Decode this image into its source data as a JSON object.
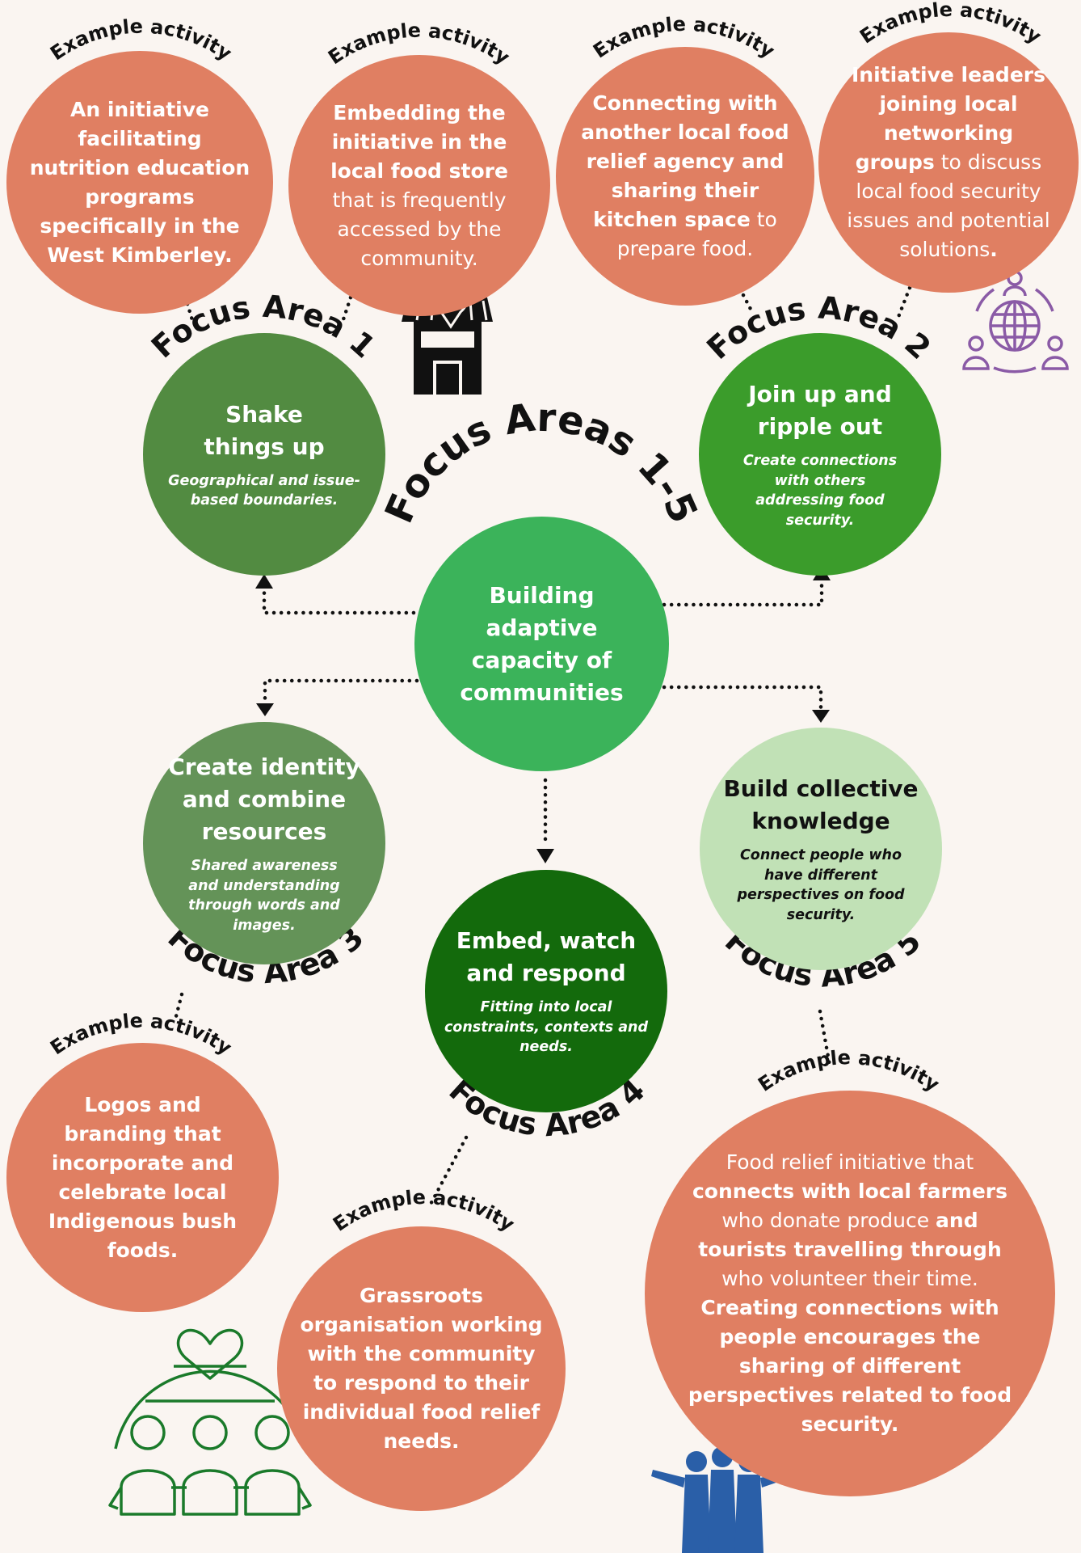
{
  "center": {
    "arc_label": "Focus Areas 1-5",
    "title_lines": [
      "Building",
      "adaptive",
      "capacity of",
      "communities"
    ],
    "color": "#3bb35a"
  },
  "focus_areas": [
    {
      "arc_label": "Focus Area 1",
      "title_lines": [
        "Shake",
        "things up"
      ],
      "desc_lines": [
        "Geographical and issue-",
        "based boundaries."
      ],
      "color": "#528b41"
    },
    {
      "arc_label": "Focus Area 2",
      "title_lines": [
        "Join up and",
        "ripple out"
      ],
      "desc_lines": [
        "Create connections",
        "with others",
        "addressing food",
        "security."
      ],
      "color": "#3b9c2b"
    },
    {
      "arc_label": "Focus Area 3",
      "title_lines": [
        "Create identity",
        "and combine",
        "resources"
      ],
      "desc_lines": [
        "Shared awareness",
        "and understanding",
        "through words and",
        "images."
      ],
      "color": "#649358"
    },
    {
      "arc_label": "Focus Area 4",
      "title_lines": [
        "Embed, watch",
        "and respond"
      ],
      "desc_lines": [
        "Fitting into local",
        "constraints, contexts and",
        "needs."
      ],
      "color": "#136a0c"
    },
    {
      "arc_label": "Focus Area 5",
      "title_lines": [
        "Build collective",
        "knowledge"
      ],
      "desc_lines": [
        "Connect people who",
        "have different",
        "perspectives on food",
        "security."
      ],
      "color": "#c1e1b6"
    }
  ],
  "activity_label": "Example activity",
  "activities": [
    {
      "lines": [
        [
          [
            "b",
            "An initiative"
          ]
        ],
        [
          [
            "b",
            "facilitating"
          ]
        ],
        [
          [
            "b",
            "nutrition education"
          ]
        ],
        [
          [
            "b",
            "programs"
          ]
        ],
        [
          [
            "b",
            "specifically in the"
          ]
        ],
        [
          [
            "b",
            "West Kimberley."
          ]
        ]
      ]
    },
    {
      "lines": [
        [
          [
            "b",
            "Embedding the"
          ]
        ],
        [
          [
            "b",
            "initiative in the"
          ]
        ],
        [
          [
            "b",
            "local food store"
          ]
        ],
        [
          [
            "n",
            "that is frequently"
          ]
        ],
        [
          [
            "n",
            "accessed by the"
          ]
        ],
        [
          [
            "n",
            "community."
          ]
        ]
      ]
    },
    {
      "lines": [
        [
          [
            "b",
            "Connecting with"
          ]
        ],
        [
          [
            "b",
            "another local food"
          ]
        ],
        [
          [
            "b",
            "relief agency and"
          ]
        ],
        [
          [
            "b",
            "sharing their"
          ]
        ],
        [
          [
            "b",
            "kitchen space"
          ],
          [
            "n",
            " to"
          ]
        ],
        [
          [
            "n",
            "prepare food."
          ]
        ]
      ]
    },
    {
      "lines": [
        [
          [
            "b",
            "Initiative leaders"
          ]
        ],
        [
          [
            "b",
            "joining local"
          ]
        ],
        [
          [
            "b",
            "networking"
          ]
        ],
        [
          [
            "b",
            "groups"
          ],
          [
            "n",
            " to discuss"
          ]
        ],
        [
          [
            "n",
            "local food security"
          ]
        ],
        [
          [
            "n",
            "issues and potential"
          ]
        ],
        [
          [
            "n",
            "solutions"
          ],
          [
            "b",
            "."
          ]
        ]
      ]
    },
    {
      "lines": [
        [
          [
            "b",
            "Logos and"
          ]
        ],
        [
          [
            "b",
            "branding that"
          ]
        ],
        [
          [
            "b",
            "incorporate and"
          ]
        ],
        [
          [
            "b",
            "celebrate local"
          ]
        ],
        [
          [
            "b",
            "Indigenous bush"
          ]
        ],
        [
          [
            "b",
            "foods."
          ]
        ]
      ]
    },
    {
      "lines": [
        [
          [
            "b",
            "Grassroots"
          ]
        ],
        [
          [
            "b",
            "organisation working"
          ]
        ],
        [
          [
            "b",
            "with the community"
          ]
        ],
        [
          [
            "b",
            "to respond to their"
          ]
        ],
        [
          [
            "b",
            "individual food relief"
          ]
        ],
        [
          [
            "b",
            "needs."
          ]
        ]
      ]
    },
    {
      "lines": [
        [
          [
            "n",
            "Food relief initiative that"
          ]
        ],
        [
          [
            "b",
            "connects with local farmers"
          ]
        ],
        [
          [
            "n",
            "who donate produce "
          ],
          [
            "b",
            "and"
          ]
        ],
        [
          [
            "b",
            "tourists travelling through"
          ]
        ],
        [
          [
            "n",
            "who volunteer their time."
          ]
        ],
        [
          [
            "b",
            "Creating connections with"
          ]
        ],
        [
          [
            "b",
            "people encourages the"
          ]
        ],
        [
          [
            "b",
            "sharing of different"
          ]
        ],
        [
          [
            "b",
            "perspectives related to food"
          ]
        ],
        [
          [
            "b",
            "security."
          ]
        ]
      ]
    }
  ],
  "colors": {
    "activity": "#e07f62",
    "background": "#faf5f1",
    "store_icon": "#111111",
    "network_icon": "#8a5aa6",
    "community_icon": "#1a7a2a",
    "people_icon": "#2a5fa8"
  },
  "icons": [
    "store-location-icon",
    "global-network-icon",
    "community-heart-icon",
    "group-people-icon"
  ]
}
